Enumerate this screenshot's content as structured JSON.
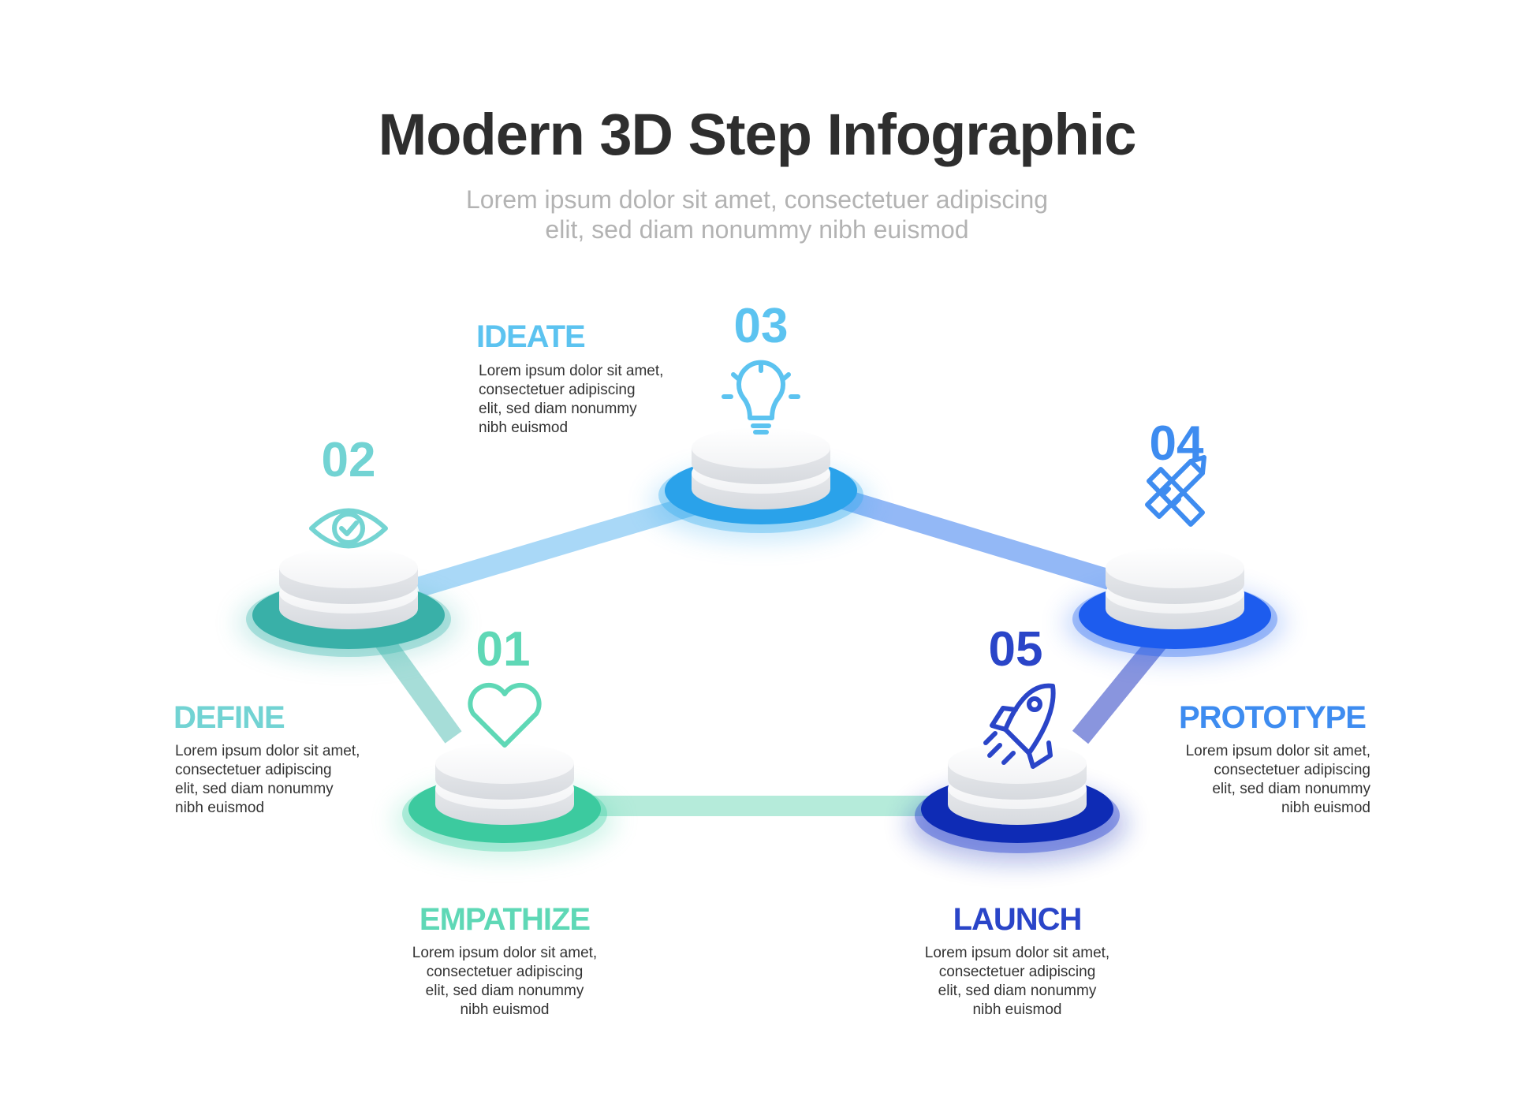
{
  "title": "Modern 3D Step Infographic",
  "subtitle": [
    "Lorem ipsum dolor sit amet, consectetuer adipiscing",
    "elit, sed diam nonummy nibh euismod"
  ],
  "steps": [
    {
      "number": "01",
      "label": "EMPATHIZE",
      "icon": "heart-icon",
      "color": "#5fd8b6",
      "description": [
        "Lorem ipsum dolor sit amet,",
        "consectetuer adipiscing",
        "elit, sed diam nonummy",
        "nibh euismod"
      ]
    },
    {
      "number": "02",
      "label": "DEFINE",
      "icon": "eye-check-icon",
      "color": "#72d3d3",
      "description": [
        "Lorem ipsum dolor sit amet,",
        "consectetuer adipiscing",
        "elit, sed diam nonummy",
        "nibh euismod"
      ]
    },
    {
      "number": "03",
      "label": "IDEATE",
      "icon": "lightbulb-icon",
      "color": "#5cc3f0",
      "description": [
        "Lorem ipsum dolor sit amet,",
        "consectetuer adipiscing",
        "elit, sed diam nonummy",
        "nibh euismod"
      ]
    },
    {
      "number": "04",
      "label": "PROTOTYPE",
      "icon": "pencil-ruler-icon",
      "color": "#3e8cf0",
      "description": [
        "Lorem ipsum dolor sit amet,",
        "consectetuer adipiscing",
        "elit, sed diam nonummy",
        "nibh euismod"
      ]
    },
    {
      "number": "05",
      "label": "LAUNCH",
      "icon": "rocket-icon",
      "color": "#2a45c8",
      "description": [
        "Lorem ipsum dolor sit amet,",
        "consectetuer adipiscing",
        "elit, sed diam nonummy",
        "nibh euismod"
      ]
    }
  ],
  "colors": {
    "title": "#2e2e2e",
    "subtitle": "#b3b3b3",
    "empathize_disc": "#3fd1a6",
    "define_disc": "#3bb7ae",
    "ideate_disc": "#2ea8ee",
    "prototype_disc": "#1f62f0",
    "launch_disc": "#0d2cb8",
    "pedestal": "#eef0f2"
  }
}
